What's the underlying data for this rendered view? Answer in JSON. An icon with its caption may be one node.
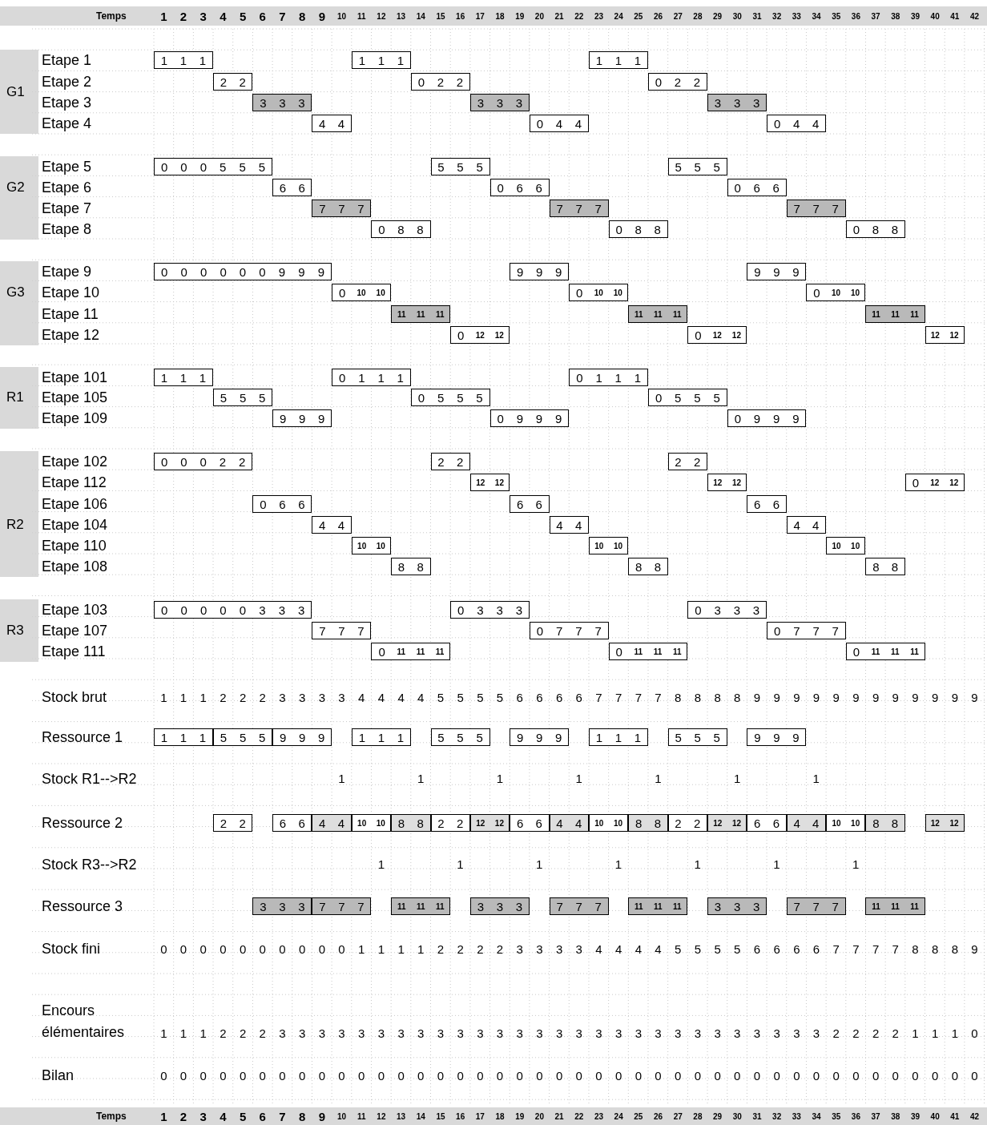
{
  "diagram": {
    "nodes": [
      {
        "text": [
          "1 1 1"
        ]
      },
      {
        "text": [
          "1 1 1"
        ]
      },
      {
        "text": [
          "1 1 1"
        ]
      },
      {
        "text": [
          "2 2"
        ]
      },
      {
        "text": [
          "0 2 2"
        ]
      },
      {
        "text": [
          "0 2 2"
        ]
      },
      {
        "text": [
          "3 3 3"
        ]
      },
      {
        "text": [
          "3 3 3"
        ]
      },
      {
        "text": [
          "3 3 3"
        ]
      },
      {
        "text": [
          "4 4"
        ]
      },
      {
        "text": [
          "0 4 4"
        ]
      },
      {
        "text": [
          "0 4 4"
        ]
      },
      {
        "text": [
          "0 0 0 5 5 5"
        ]
      },
      {
        "text": [
          "5 5 5"
        ]
      },
      {
        "text": [
          "5 5 5"
        ]
      },
      {
        "text": [
          "6 6"
        ]
      },
      {
        "text": [
          "0 6 6"
        ]
      },
      {
        "text": [
          "0 6 6"
        ]
      },
      {
        "text": [
          "7 7 7"
        ]
      },
      {
        "text": [
          "7 7 7"
        ]
      },
      {
        "text": [
          "7 7 7"
        ]
      },
      {
        "text": [
          "0 8 8"
        ]
      },
      {
        "text": [
          "0 8 8"
        ]
      },
      {
        "text": [
          "0 8 8"
        ]
      },
      {
        "text": [
          "0 0 0 0 0 0 9 9 9"
        ]
      },
      {
        "text": [
          "9 9 9"
        ]
      },
      {
        "text": [
          "9 9 9"
        ]
      },
      {
        "text": [
          "0 10 10"
        ]
      },
      {
        "text": [
          "0 10 10"
        ]
      },
      {
        "text": [
          "0 10 10"
        ]
      },
      {
        "text": [
          "11 11 11"
        ]
      },
      {
        "text": [
          "11 11 11"
        ]
      },
      {
        "text": [
          "11 11 11"
        ]
      },
      {
        "text": [
          "0 12 12"
        ]
      },
      {
        "text": [
          "0 12 12"
        ]
      },
      {
        "text": [
          "12 12"
        ]
      },
      {
        "text": [
          "1 1 1"
        ]
      },
      {
        "text": [
          "0 1 1 1"
        ]
      },
      {
        "text": [
          "0 1 1 1"
        ]
      },
      {
        "text": [
          "5 5 5"
        ]
      },
      {
        "text": [
          "0 5 5 5"
        ]
      },
      {
        "text": [
          "0 5 5 5"
        ]
      },
      {
        "text": [
          "9 9 9"
        ]
      },
      {
        "text": [
          "0 9 9 9"
        ]
      },
      {
        "text": [
          "0 9 9 9"
        ]
      },
      {
        "text": [
          "0 0 0 2 2"
        ]
      },
      {
        "text": [
          "2 2"
        ]
      },
      {
        "text": [
          "2 2"
        ]
      },
      {
        "text": [
          "12 12"
        ]
      },
      {
        "text": [
          "12 12"
        ]
      },
      {
        "text": [
          "0 12 12"
        ]
      },
      {
        "text": [
          "0 6 6"
        ]
      },
      {
        "text": [
          "6 6"
        ]
      },
      {
        "text": [
          "6 6"
        ]
      },
      {
        "text": [
          "4 4"
        ]
      },
      {
        "text": [
          "4 4"
        ]
      },
      {
        "text": [
          "4 4"
        ]
      },
      {
        "text": [
          "10 10"
        ]
      },
      {
        "text": [
          "10 10"
        ]
      },
      {
        "text": [
          "10 10"
        ]
      },
      {
        "text": [
          "8 8"
        ]
      },
      {
        "text": [
          "8 8"
        ]
      },
      {
        "text": [
          "8 8"
        ]
      },
      {
        "text": [
          "0 0 0 0 0 3 3 3"
        ]
      },
      {
        "text": [
          "0 3 3 3"
        ]
      },
      {
        "text": [
          "0 3 3 3"
        ]
      },
      {
        "text": [
          "7 7 7"
        ]
      },
      {
        "text": [
          "0 7 7 7"
        ]
      },
      {
        "text": [
          "0 7 7 7"
        ]
      },
      {
        "text": [
          "0 11 11 11"
        ]
      },
      {
        "text": [
          "0 11 11 11"
        ]
      },
      {
        "text": [
          "0 11 11 11"
        ]
      },
      {
        "text": [
          "1 1 1"
        ]
      },
      {
        "text": [
          "5 5 5"
        ]
      },
      {
        "text": [
          "9 9 9"
        ]
      },
      {
        "text": [
          "1 1 1"
        ]
      },
      {
        "text": [
          "5 5 5"
        ]
      },
      {
        "text": [
          "9 9 9"
        ]
      },
      {
        "text": [
          "1 1 1"
        ]
      },
      {
        "text": [
          "5 5 5"
        ]
      },
      {
        "text": [
          "9 9 9"
        ]
      },
      {
        "text": [
          "2 2"
        ]
      },
      {
        "text": [
          "6 6"
        ]
      },
      {
        "text": [
          "4 4"
        ]
      },
      {
        "text": [
          "10 10"
        ]
      },
      {
        "text": [
          "8 8"
        ]
      },
      {
        "text": [
          "2 2"
        ]
      },
      {
        "text": [
          "12 12"
        ]
      },
      {
        "text": [
          "6 6"
        ]
      },
      {
        "text": [
          "4 4"
        ]
      },
      {
        "text": [
          "10 10"
        ]
      },
      {
        "text": [
          "8 8"
        ]
      },
      {
        "text": [
          "2 2"
        ]
      },
      {
        "text": [
          "12 12"
        ]
      },
      {
        "text": [
          "6 6"
        ]
      },
      {
        "text": [
          "4 4"
        ]
      },
      {
        "text": [
          "10 10"
        ]
      },
      {
        "text": [
          "8 8"
        ]
      },
      {
        "text": [
          "12 12"
        ]
      },
      {
        "text": [
          "3 3 3"
        ]
      },
      {
        "text": [
          "7 7 7"
        ]
      },
      {
        "text": [
          "11 11 11"
        ]
      },
      {
        "text": [
          "3 3 3"
        ]
      },
      {
        "text": [
          "7 7 7"
        ]
      },
      {
        "text": [
          "11 11 11"
        ]
      },
      {
        "text": [
          "3 3 3"
        ]
      },
      {
        "text": [
          "7 7 7"
        ]
      },
      {
        "text": [
          "11 11 11"
        ]
      }
    ],
    "labels": [
      "Temps",
      "1 2 3 4 5 6 7 8 9 10 11 12 13 14 15 16 17 18 19 20 21 22 23 24 25 26 27 28 29 30 31 32 33 34 35 36 37 38 39 40 41 42",
      "G1",
      "Etape 1",
      "Etape 2",
      "Etape 3",
      "Etape 4",
      "G2",
      "Etape 5",
      "Etape 6",
      "Etape 7",
      "Etape 8",
      "G3",
      "Etape 9",
      "Etape 10",
      "Etape 11",
      "Etape 12",
      "R1",
      "Etape 101",
      "Etape 105",
      "Etape 109",
      "R2",
      "Etape 102",
      "Etape 112",
      "Etape 106",
      "Etape 104",
      "Etape 110",
      "Etape 108",
      "R3",
      "Etape 103",
      "Etape 107",
      "Etape 111",
      "Stock brut",
      "1 1 1 2 2 2 3 3 3 3 4 4 4 4 5 5 5 5 6 6 6 6 7 7 7 7 8 8 8 8 9 9 9 9 9 9 9 9 9 9 9 9",
      "Ressource 1",
      "Stock R1-->R2",
      "1",
      "1",
      "1",
      "1",
      "1",
      "1",
      "1",
      "Ressource 2",
      "Stock R3-->R2",
      "1",
      "1",
      "1",
      "1",
      "1",
      "1",
      "1",
      "Ressource 3",
      "Stock fini",
      "0 0 0 0 0 0 0 0 0 0 1 1 1 1 2 2 2 2 3 3 3 3 4 4 4 4 5 5 5 5 6 6 6 6 7 7 7 7 8 8 8 9",
      "Encours élémentaires",
      "1 1 1 2 2 2 3 3 3 3 3 3 3 3 3 3 3 3 3 3 3 3 3 3 3 3 3 3 3 3 3 3 3 3 2 2 2 2 1 1 1 0",
      "Bilan",
      "0 0 0 0 0 0 0 0 0 0 0 0 0 0 0 0 0 0 0 0 0 0 0 0 0 0 0 0 0 0 0 0 0 0 0 0 0 0 0 0 0 0",
      "Temps",
      "1 2 3 4 5 6 7 8 9 10 11 12 13 14 15 16 17 18 19 20 21 22 23 24 25 26 27 28 29 30 31 32 33 34 35 36 37 38 39 40 41 42"
    ]
  }
}
